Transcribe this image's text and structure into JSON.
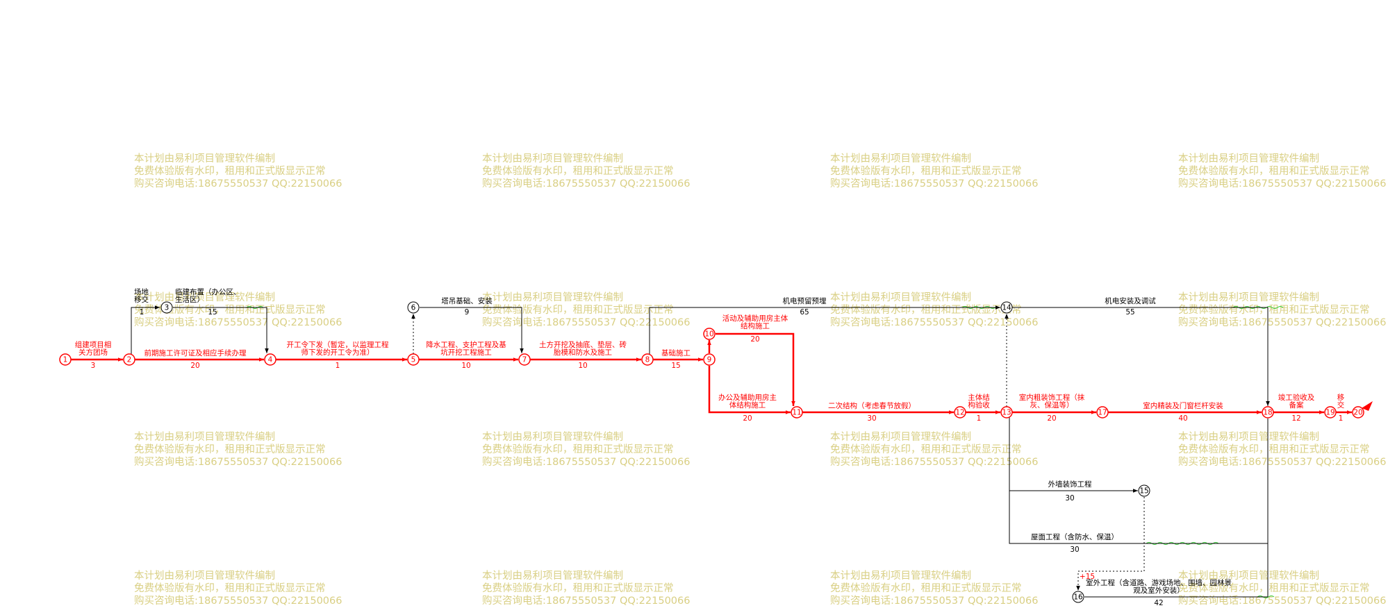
{
  "watermark": [
    "本计划由易利项目管理软件编制",
    "免费体验版有水印，租用和正式版显示正常",
    "购买咨询电话:18675550537 QQ:22150066"
  ],
  "nodes": [
    "1",
    "2",
    "3",
    "4",
    "5",
    "6",
    "7",
    "8",
    "9",
    "10",
    "11",
    "12",
    "13",
    "14",
    "15",
    "16",
    "17",
    "18",
    "19",
    "20"
  ],
  "activities": {
    "a1_2": {
      "name": [
        "组建项目相",
        "关方团场"
      ],
      "duration": "3"
    },
    "a2_3": {
      "name": [
        "场地",
        "移交"
      ],
      "duration": "1"
    },
    "a3_4": {
      "name": [
        "临建布置（办公区、",
        "生活区）"
      ],
      "duration": "15"
    },
    "a2_4": {
      "name": [
        "前期施工许可证及相应手续办理"
      ],
      "duration": "20"
    },
    "a4_5": {
      "name": [
        "开工令下发（暂定，以监理工程",
        "师下发的开工令为准）"
      ],
      "duration": "1"
    },
    "a6_7": {
      "name": [
        "塔吊基础、安装"
      ],
      "duration": "9"
    },
    "a5_7": {
      "name": [
        "降水工程、支护工程及基",
        "坑开挖工程施工"
      ],
      "duration": "10"
    },
    "a7_8": {
      "name": [
        "土方开挖及抽底、垫层、砖",
        "胎模和防水及施工"
      ],
      "duration": "10"
    },
    "a8_9": {
      "name": [
        "基础施工"
      ],
      "duration": "15"
    },
    "a8_14": {
      "name": [
        "机电预留预埋"
      ],
      "duration": "65"
    },
    "a10_11": {
      "name": [
        "活动及辅助用房主体",
        "结构施工"
      ],
      "duration": "20"
    },
    "a9_11": {
      "name": [
        "办公及辅助用房主",
        "体结构施工"
      ],
      "duration": "20"
    },
    "a11_12": {
      "name": [
        "二次结构（考虑春节放假）"
      ],
      "duration": "30"
    },
    "a12_13": {
      "name": [
        "主体结",
        "构验收"
      ],
      "duration": "1"
    },
    "a13_17": {
      "name": [
        "室内粗装饰工程（抹",
        "灰、保温等）"
      ],
      "duration": "20"
    },
    "a17_18": {
      "name": [
        "室内精装及门窗栏杆安装"
      ],
      "duration": "40"
    },
    "a14_18": {
      "name": [
        "机电安装及调试"
      ],
      "duration": "55"
    },
    "a13_15": {
      "name": [
        "外墙装饰工程"
      ],
      "duration": "30"
    },
    "a13_18": {
      "name": [
        "屋面工程（含防水、保温）"
      ],
      "duration": "30"
    },
    "a16_18": {
      "name": [
        "室外工程（含道路、游戏场地、围墙、园林景",
        "观及室外安装）"
      ],
      "duration": "42"
    },
    "a18_19": {
      "name": [
        "竣工验收及",
        "备案"
      ],
      "duration": "12"
    },
    "a19_20": {
      "name": [
        "移",
        "交"
      ],
      "duration": "1"
    }
  },
  "extra_labels": {
    "float_16": "+15"
  },
  "colors": {
    "critical": "#ff0000",
    "normal": "#000000",
    "free_float": "#33cc33",
    "watermark": "#d9cf83"
  }
}
